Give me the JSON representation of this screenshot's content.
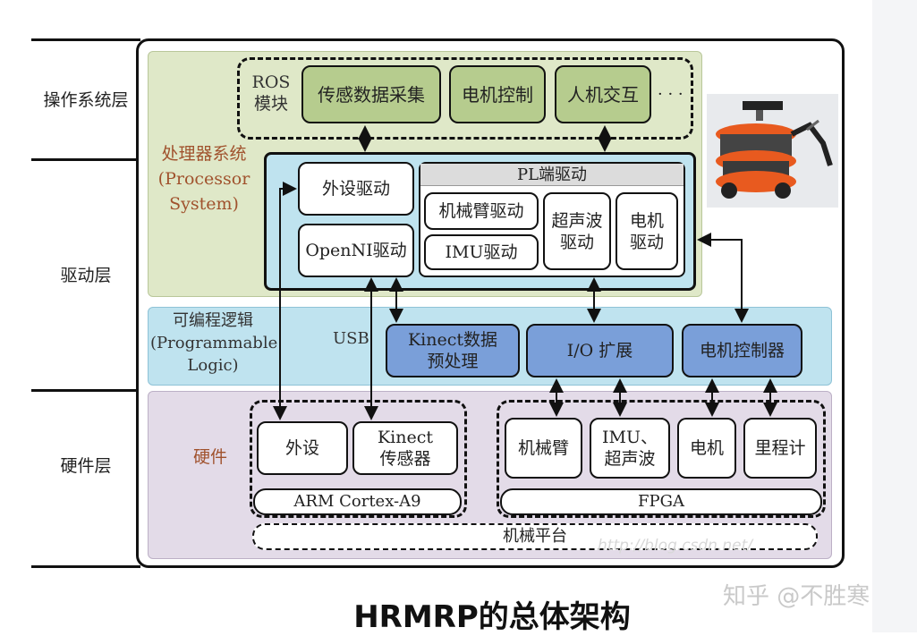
{
  "layers": {
    "os": "操作系统层",
    "driver": "驱动层",
    "hardware": "硬件层"
  },
  "processor_system": {
    "label_cn": "处理器系统",
    "label_en_1": "(Processor",
    "label_en_2": "System)"
  },
  "ros": {
    "label_1": "ROS",
    "label_2": "模块",
    "items": [
      "传感数据采集",
      "电机控制",
      "人机交互"
    ],
    "ellipsis": "· · ·"
  },
  "drivers": {
    "peripheral": "外设驱动",
    "openni": "OpenNI驱动",
    "pl_title": "PL端驱动",
    "arm": "机械臂驱动",
    "imu": "IMU驱动",
    "ultrasonic_1": "超声波",
    "ultrasonic_2": "驱动",
    "motor_1": "电机",
    "motor_2": "驱动"
  },
  "programmable_logic": {
    "label_cn": "可编程逻辑",
    "label_en_1": "(Programmable",
    "label_en_2": "Logic)",
    "usb": "USB",
    "kinect_1": "Kinect数据",
    "kinect_2": "预处理",
    "io": "I/O 扩展",
    "motor_ctrl": "电机控制器"
  },
  "hardware": {
    "label": "硬件",
    "peripheral": "外设",
    "kinect_1": "Kinect",
    "kinect_2": "传感器",
    "arm_cortex": "ARM Cortex-A9",
    "robot_arm": "机械臂",
    "imu_1": "IMU、",
    "imu_2": "超声波",
    "motor": "电机",
    "odometer": "里程计",
    "fpga": "FPGA",
    "platform": "机械平台"
  },
  "caption": "HRMRP的总体架构",
  "watermark": "知乎 @不胜寒",
  "url_watermark": "http://blog.csdn.net/"
}
